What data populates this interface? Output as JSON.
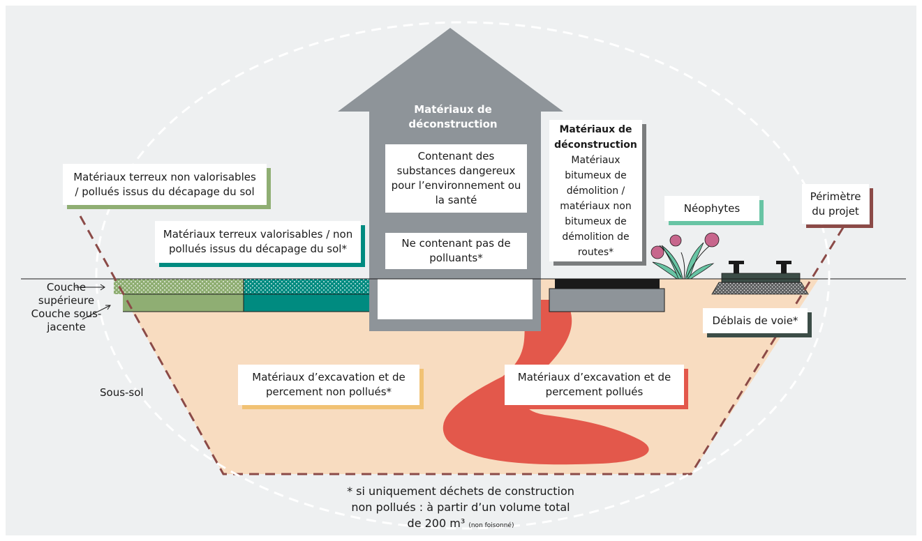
{
  "colors": {
    "background": "#eef0f1",
    "soil": "#f8dcc0",
    "grey_arrow": "#8e9499",
    "light_green": "#8fae73",
    "teal": "#008b80",
    "red": "#e3584b",
    "mint": "#68c4a4",
    "brown": "#8b4a47",
    "gold": "#f1c274",
    "dark_slate": "#3c4d47",
    "dark_grey": "#7a7c7d",
    "asphalt": "#1a1a1a",
    "gravel": "#6a6b6c",
    "flower": "#c7668c"
  },
  "arrow": {
    "title": "Matériaux de déconstruction",
    "box_dangerous": "Contenant des substances dangereux pour l’environnement ou la santé",
    "box_clean": "Ne contenant pas de polluants*"
  },
  "labels": {
    "topsoil_polluted": "Matériaux terreux non valorisables / pollués issus du décapage du sol",
    "topsoil_clean": "Matériaux terreux valorisables / non pollués issus du décapage du sol*",
    "road_title": "Matériaux de déconstruction",
    "road_body": "Matériaux bitumeux de démolition / matériaux non bitumeux de démolition de routes*",
    "neophytes": "Néophytes",
    "perimeter": "Périmètre du projet",
    "track": "Déblais de voie*",
    "excavation_clean": "Matériaux d’excavation et de percement non pollués*",
    "excavation_polluted": "Matériaux d’excavation et de percement pollués",
    "layer_top": "Couche supérieure",
    "layer_sub": "Couche sous-jacente",
    "subsoil": "Sous-sol"
  },
  "footnote": {
    "line1": "* si uniquement déchets de construction",
    "line2": "non pollués : à partir d’un volume total",
    "line3": "de 200 m³",
    "small": "(non foisonné)"
  }
}
